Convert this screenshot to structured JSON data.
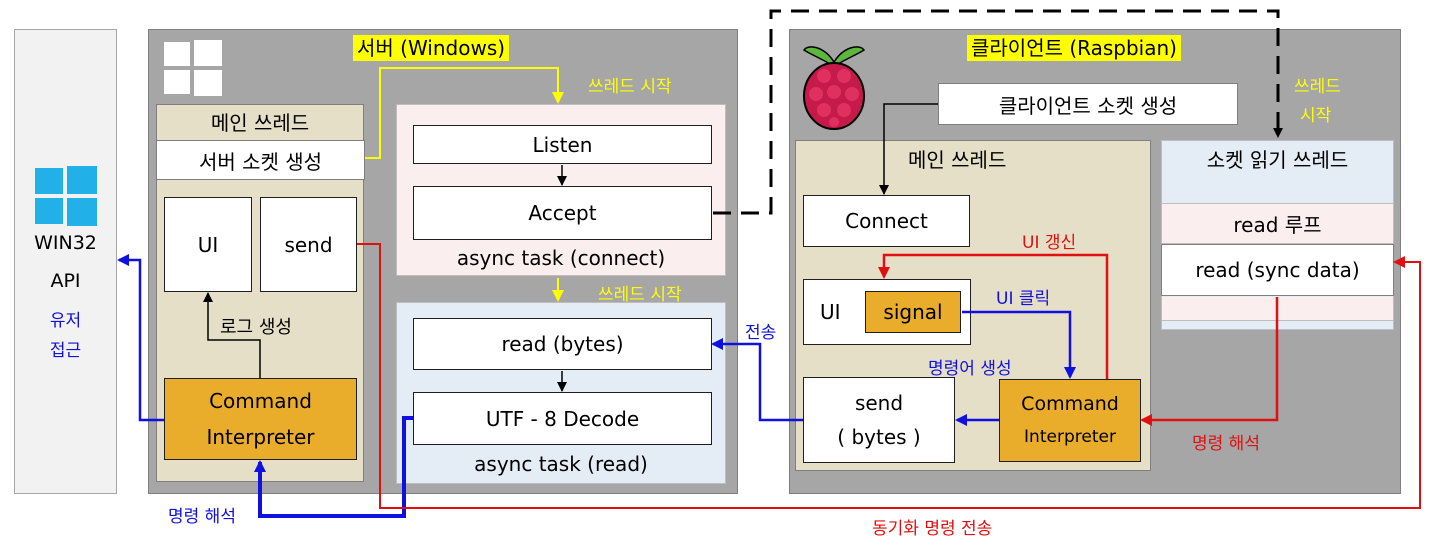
{
  "colors": {
    "accent_yellow": "#ffff00",
    "arrow_blue": "#1010e0",
    "arrow_red": "#e01010",
    "orange": "#eaac2b",
    "beige": "#e6dfc7",
    "gray": "#a6a6a6"
  },
  "win32": {
    "title": "WIN32",
    "title2": "API",
    "sub1": "유저",
    "sub2": "접근",
    "icon": "windows-logo-icon"
  },
  "server": {
    "title": "서버 (Windows)",
    "icon": "windows-logo-icon",
    "main_thread": "메인 쓰레드",
    "create_socket": "서버 소켓 생성",
    "ui": "UI",
    "send": "send",
    "log_create": "로그 생성",
    "cmd_line1": "Command",
    "cmd_line2": "Interpreter",
    "thread_start1": "쓰레드 시작",
    "thread_start2": "쓰레드 시작",
    "listen": "Listen",
    "accept": "Accept",
    "async_connect": "async task (connect)",
    "read_bytes": "read (bytes)",
    "utf_decode": "UTF - 8 Decode",
    "async_read": "async task (read)",
    "transmit": "전송",
    "cmd_parse": "명령 해석"
  },
  "client": {
    "title": "클라이언트 (Raspbian)",
    "icon": "raspberry-pi-icon",
    "create_socket": "클라이언트 소켓 생성",
    "main_thread": "메인 쓰레드",
    "connect": "Connect",
    "ui_update": "UI 갱신",
    "ui": "UI",
    "signal": "signal",
    "ui_click": "UI 클릭",
    "cmd_gen": "명령어 생성",
    "send_line1": "send",
    "send_line2": "( bytes )",
    "cmd_line1": "Command",
    "cmd_line2": "Interpreter",
    "thread_start1": "쓰레드",
    "thread_start2": "시작",
    "read_thread": "소켓 읽기 쓰레드",
    "read_loop": "read 루프",
    "read_sync": "read (sync data)",
    "cmd_parse": "명령 해석"
  },
  "sync_send": "동기화 명령 전송"
}
